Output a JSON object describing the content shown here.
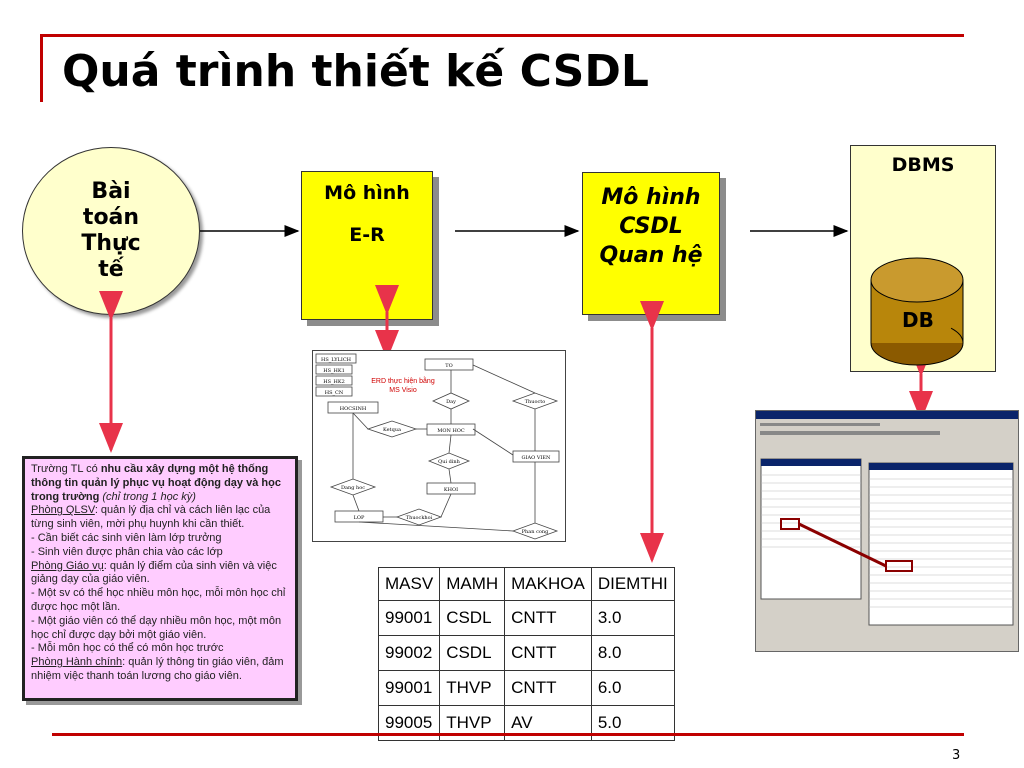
{
  "title": "Quá trình thiết kế CSDL",
  "page_number": "3",
  "circle": {
    "text": "Bài toán Thực tế"
  },
  "box_er": {
    "line1": "Mô hình",
    "line2": "E-R"
  },
  "box_rel": {
    "line1": "Mô hình",
    "line2": "CSDL",
    "line3": "Quan hệ"
  },
  "dbms": {
    "label": "DBMS",
    "db_label": "DB"
  },
  "description": {
    "p1_pre": "Trường TL có ",
    "p1_bold": "nhu cầu xây dựng một hệ thống thông tin quản lý phục vụ hoạt động dạy và học trong trường",
    "p1_italic": " (chỉ trong 1 học kỳ)",
    "qlsv_label": "Phòng QLSV",
    "qlsv_text": ": quản lý địa chỉ và cách liên lạc của từng sinh viên, mời phụ huynh khi cần thiết.",
    "b1": "- Cần biết các sinh viên làm lớp trưởng",
    "b2": "- Sinh viên được phân chia vào các lớp",
    "gv_label": "Phòng Giáo vụ",
    "gv_text": ": quản lý điểm của sinh viên và việc giảng dạy của giáo viên.",
    "b3": "- Một sv có thể học nhiều môn học, mỗi môn học chỉ được học một lần.",
    "b4": "- Một giáo viên có thể dạy nhiều môn học, một môn học chỉ được dạy bởi một giáo viên.",
    "b5": "- Mỗi môn học có thể có môn học trước",
    "hc_label": "Phòng Hành chính",
    "hc_text": ": quản lý thông tin giáo viên, đảm nhiệm việc thanh toán lương cho giáo viên."
  },
  "erd": {
    "caption1": "ERD thực hiện bằng",
    "caption2": "MS Visio",
    "entities": [
      "TO",
      "HOCSINH",
      "MON HOC",
      "GIAO VIEN",
      "KHOI",
      "LOP"
    ],
    "relations": [
      "Day",
      "Thuocto",
      "Ketqua",
      "Qui dinh",
      "Dang hoc",
      "Thuockhoi",
      "Phan cong"
    ],
    "side_labels": [
      "HS_LYLICH",
      "HS_HK1",
      "HS_HK2",
      "HS_CN"
    ]
  },
  "grades_table": {
    "headers": [
      "MASV",
      "MAMH",
      "MAKHOA",
      "DIEMTHI"
    ],
    "rows": [
      [
        "99001",
        "CSDL",
        "CNTT",
        "3.0"
      ],
      [
        "99002",
        "CSDL",
        "CNTT",
        "8.0"
      ],
      [
        "99001",
        "THVP",
        "CNTT",
        "6.0"
      ],
      [
        "99005",
        "THVP",
        "AV",
        "5.0"
      ]
    ]
  },
  "colors": {
    "accent_red": "#c00000",
    "box_yellow": "#ffff00",
    "cream": "#ffffcc",
    "pink": "#ffccff",
    "db_brown": "#b8860b",
    "arrow_red": "#e8334a"
  }
}
